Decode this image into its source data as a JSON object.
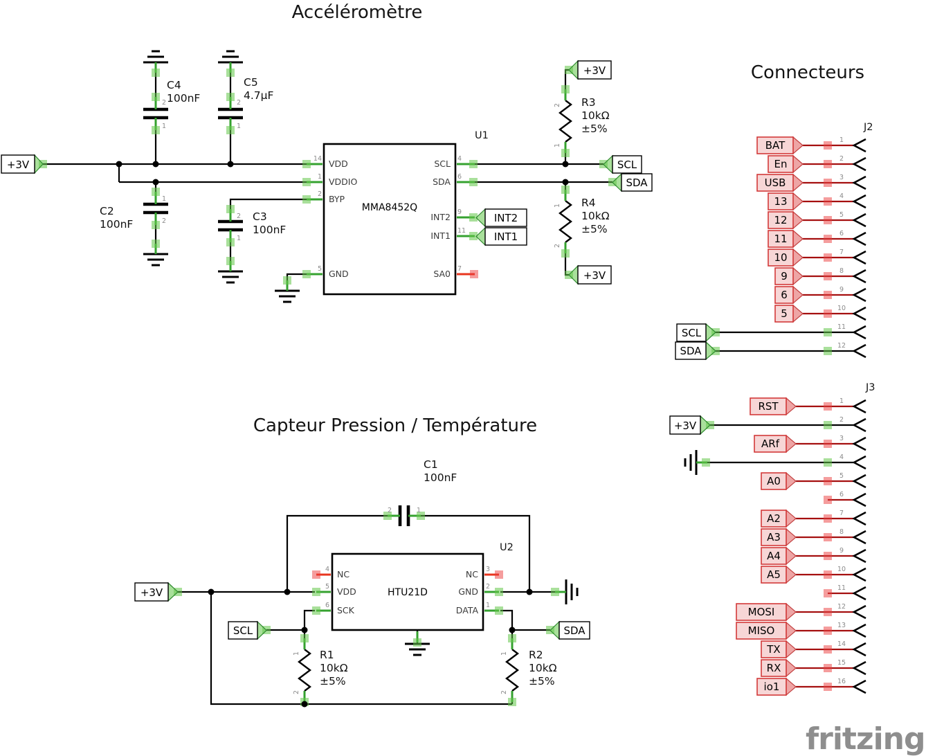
{
  "titles": {
    "accel": "Accéléromètre",
    "pressure": "Capteur Pression / Température",
    "connectors": "Connecteurs"
  },
  "watermark": "fritzing",
  "colors": {
    "wire": "#000000",
    "pin_connected_green": "#35a22f",
    "pin_highlight_green": "rgba(98,198,72,0.55)",
    "pin_unconnected_red": "#e8351e",
    "header_lead_red": "#a50f0f",
    "label_red_fill": "#f7d6d6",
    "label_red_border": "#d23939"
  },
  "accel": {
    "power_left": "+3V",
    "power_r3": "+3V",
    "power_r4": "+3V",
    "net_scl": "SCL",
    "net_sda": "SDA",
    "net_int2": "INT2",
    "net_int1": "INT1",
    "u1": {
      "ref": "U1",
      "part": "MMA8452Q",
      "vdd": {
        "num": "14",
        "name": "VDD"
      },
      "vddio": {
        "num": "1",
        "name": "VDDIO"
      },
      "byp": {
        "num": "2",
        "name": "BYP"
      },
      "gnd": {
        "num": "5",
        "name": "GND"
      },
      "scl": {
        "num": "4",
        "name": "SCL"
      },
      "sda": {
        "num": "6",
        "name": "SDA"
      },
      "int2": {
        "num": "9",
        "name": "INT2"
      },
      "int1": {
        "num": "11",
        "name": "INT1"
      },
      "sa0": {
        "num": "7",
        "name": "SA0"
      }
    },
    "c4": {
      "ref": "C4",
      "value": "100nF",
      "pin_top": "2",
      "pin_bottom": "1"
    },
    "c5": {
      "ref": "C5",
      "value": "4.7µF",
      "pin_top": "2",
      "pin_bottom": "1"
    },
    "c2": {
      "ref": "C2",
      "value": "100nF",
      "pin_top": "1",
      "pin_bottom": "2"
    },
    "c3": {
      "ref": "C3",
      "value": "100nF",
      "pin_top": "2",
      "pin_bottom": "1"
    },
    "r3": {
      "ref": "R3",
      "value": "10kΩ",
      "tol": "±5%",
      "pin_top": "2",
      "pin_bottom": "1"
    },
    "r4": {
      "ref": "R4",
      "value": "10kΩ",
      "tol": "±5%",
      "pin_top": "1",
      "pin_bottom": "2"
    }
  },
  "pressure": {
    "power": "+3V",
    "net_scl": "SCL",
    "net_sda": "SDA",
    "u2": {
      "ref": "U2",
      "part": "HTU21D",
      "nc_left": {
        "num": "4",
        "name": "NC"
      },
      "vdd": {
        "num": "5",
        "name": "VDD"
      },
      "sck": {
        "num": "6",
        "name": "SCK"
      },
      "nc_right": {
        "num": "3",
        "name": "NC"
      },
      "gnd": {
        "num": "2",
        "name": "GND"
      },
      "data": {
        "num": "1",
        "name": "DATA"
      }
    },
    "c1": {
      "ref": "C1",
      "value": "100nF",
      "pin_left": "2",
      "pin_right": "1"
    },
    "r1": {
      "ref": "R1",
      "value": "10kΩ",
      "tol": "±5%",
      "pin_top": "1",
      "pin_bottom": "2"
    },
    "r2": {
      "ref": "R2",
      "value": "10kΩ",
      "tol": "±5%",
      "pin_top": "1",
      "pin_bottom": "2"
    }
  },
  "connectors": {
    "j2": {
      "ref": "J2",
      "pins": [
        {
          "num": "1",
          "label": "BAT"
        },
        {
          "num": "2",
          "label": "En"
        },
        {
          "num": "3",
          "label": "USB"
        },
        {
          "num": "4",
          "label": "13"
        },
        {
          "num": "5",
          "label": "12"
        },
        {
          "num": "6",
          "label": "11"
        },
        {
          "num": "7",
          "label": "10"
        },
        {
          "num": "8",
          "label": "9"
        },
        {
          "num": "9",
          "label": "6"
        },
        {
          "num": "10",
          "label": "5"
        },
        {
          "num": "11",
          "label": "SCL"
        },
        {
          "num": "12",
          "label": "SDA"
        }
      ]
    },
    "j3": {
      "ref": "J3",
      "pins": [
        {
          "num": "1",
          "label": "RST"
        },
        {
          "num": "2",
          "label": "+3V"
        },
        {
          "num": "3",
          "label": "ARf"
        },
        {
          "num": "4",
          "label": "",
          "symbol": "ground"
        },
        {
          "num": "5",
          "label": "A0"
        },
        {
          "num": "6",
          "label": ""
        },
        {
          "num": "7",
          "label": "A2"
        },
        {
          "num": "8",
          "label": "A3"
        },
        {
          "num": "9",
          "label": "A4"
        },
        {
          "num": "10",
          "label": "A5"
        },
        {
          "num": "11",
          "label": ""
        },
        {
          "num": "12",
          "label": "MOSI"
        },
        {
          "num": "13",
          "label": "MISO"
        },
        {
          "num": "14",
          "label": "TX"
        },
        {
          "num": "15",
          "label": "RX"
        },
        {
          "num": "16",
          "label": "io1"
        }
      ]
    }
  }
}
